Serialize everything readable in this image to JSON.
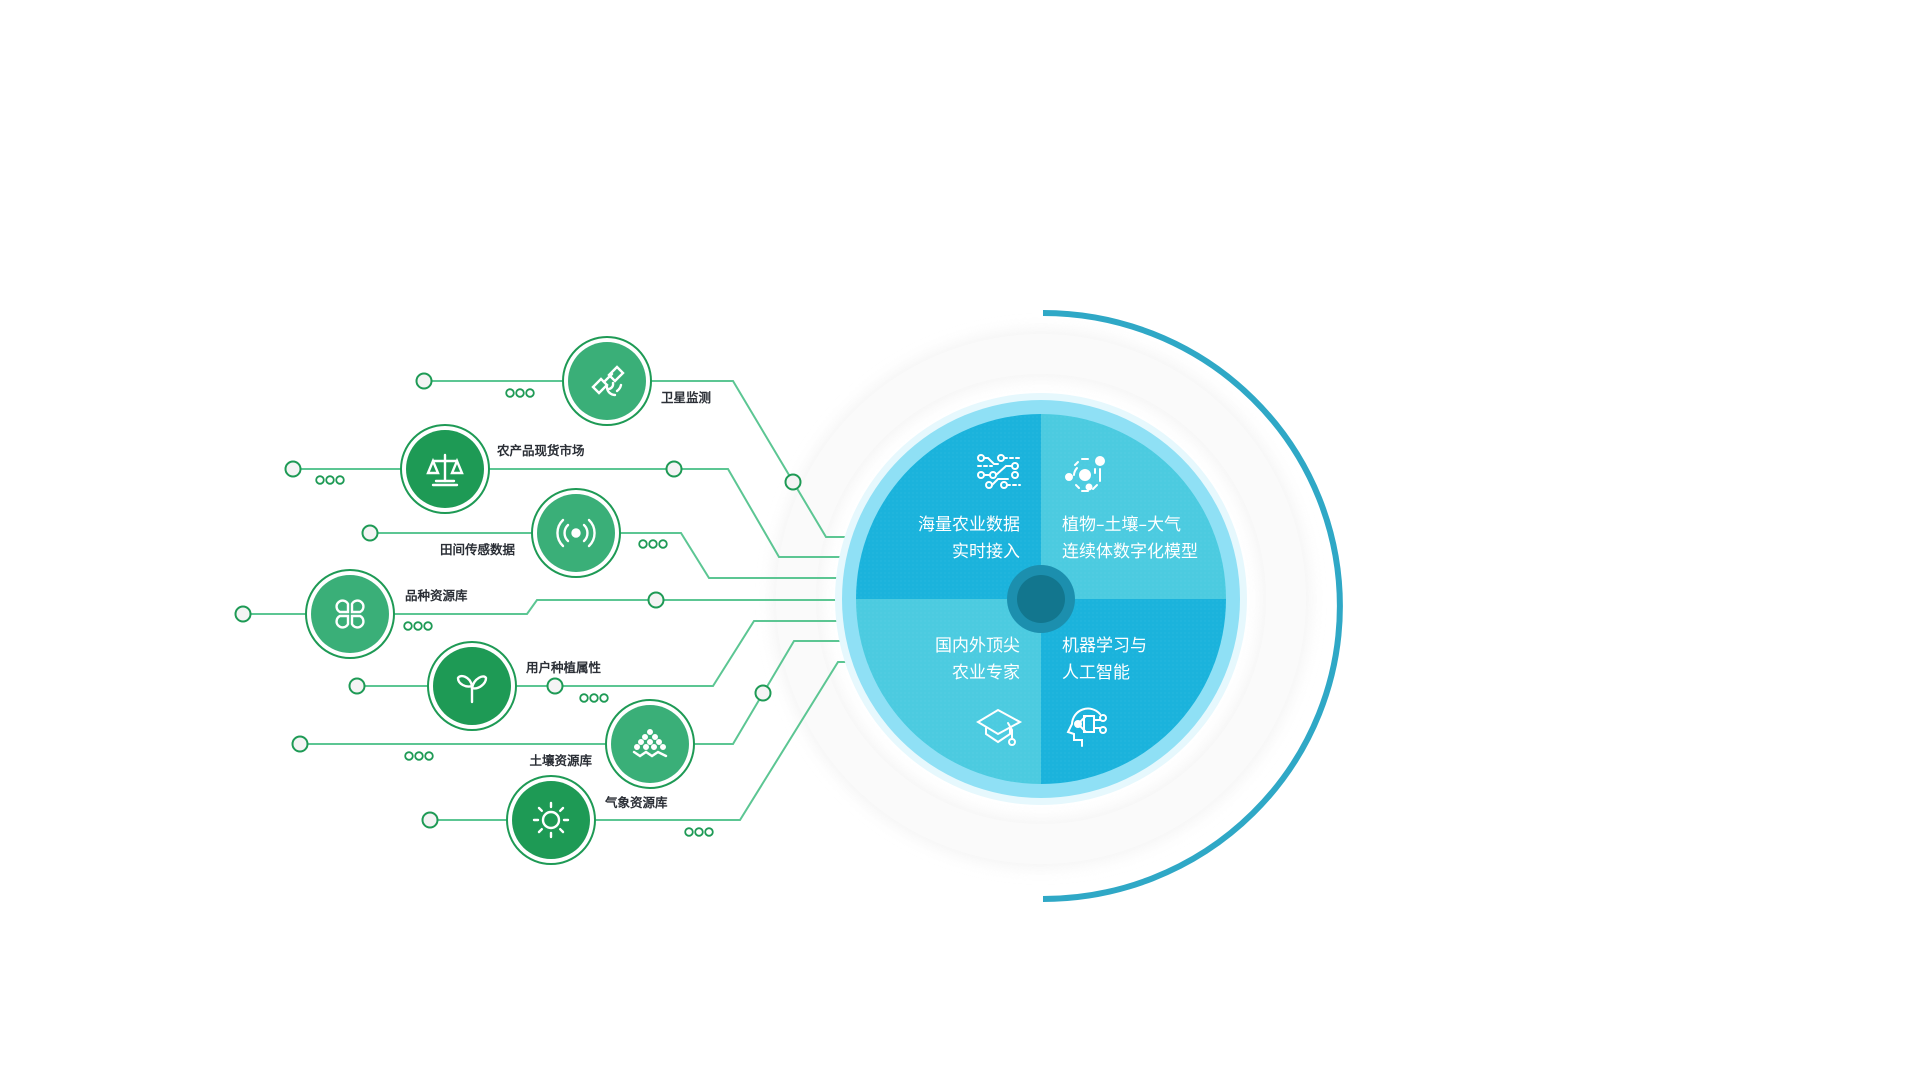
{
  "diagram": {
    "title": "",
    "colors": {
      "line_green": "#5cc693",
      "node_light_green": "#3aaf78",
      "node_dark_green": "#1e9a55",
      "node_ring": "#1e9a55",
      "quadrant_dark_blue": "#1bb3dc",
      "quadrant_light_blue": "#4ccbe0",
      "ring_light_blue": "#8fe0f5",
      "hub": "#12768e",
      "outer_arc": "#2fa8c6"
    },
    "sources": [
      {
        "label": "卫星监测",
        "icon": "satellite-icon",
        "tone": "light"
      },
      {
        "label": "农产品现货市场",
        "icon": "scale-icon",
        "tone": "dark"
      },
      {
        "label": "田间传感数据",
        "icon": "signal-icon",
        "tone": "light"
      },
      {
        "label": "品种资源库",
        "icon": "clover-icon",
        "tone": "light"
      },
      {
        "label": "用户种植属性",
        "icon": "sprout-icon",
        "tone": "dark"
      },
      {
        "label": "土壤资源库",
        "icon": "soil-icon",
        "tone": "light"
      },
      {
        "label": "气象资源库",
        "icon": "sun-icon",
        "tone": "dark"
      }
    ],
    "quadrants": [
      {
        "position": "top-left",
        "lines": [
          "海量农业数据",
          "实时接入"
        ],
        "icon": "data-circuit-icon"
      },
      {
        "position": "top-right",
        "lines": [
          "植物–土壤–大气",
          "连续体数字化模型"
        ],
        "icon": "atom-model-icon"
      },
      {
        "position": "bottom-left",
        "lines": [
          "国内外顶尖",
          "农业专家"
        ],
        "icon": "graduation-cap-icon"
      },
      {
        "position": "bottom-right",
        "lines": [
          "机器学习与",
          "人工智能"
        ],
        "icon": "ai-head-icon"
      }
    ]
  }
}
